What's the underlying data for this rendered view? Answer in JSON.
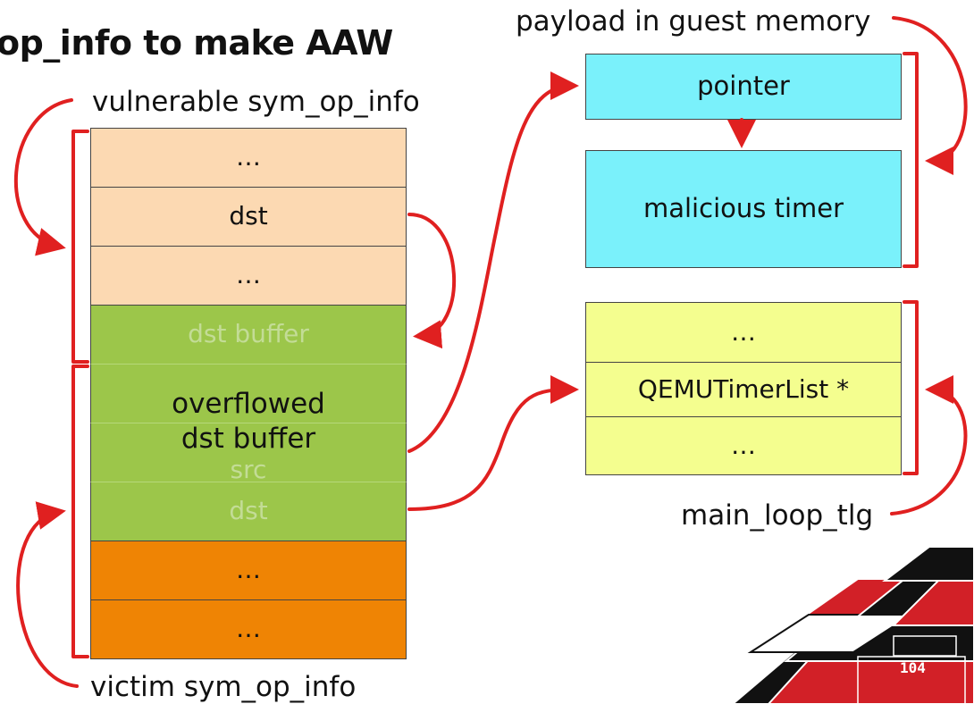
{
  "title": "op_info to make AAW",
  "labels": {
    "vulnerable": "vulnerable sym_op_info",
    "victim": "victim sym_op_info",
    "payload": "payload in guest memory",
    "main_loop": "main_loop_tlg"
  },
  "left_stack": [
    {
      "text": "…",
      "role": "field"
    },
    {
      "text": "dst",
      "role": "field"
    },
    {
      "text": "…",
      "role": "field"
    },
    {
      "text": "dst buffer",
      "role": "buffer"
    },
    {
      "text": "",
      "role": "buffer"
    },
    {
      "text": "src",
      "role": "buffer"
    },
    {
      "text": "dst",
      "role": "buffer"
    },
    {
      "text": "…",
      "role": "victim-field"
    },
    {
      "text": "…",
      "role": "victim-field"
    }
  ],
  "overflow_label": {
    "line1": "overflowed",
    "line2": "dst buffer"
  },
  "payload_boxes": [
    {
      "text": "pointer"
    },
    {
      "text": "malicious timer"
    }
  ],
  "tlg_stack": [
    {
      "text": "…"
    },
    {
      "text": "QEMUTimerList *"
    },
    {
      "text": "…"
    }
  ],
  "slide_number": "104",
  "colors": {
    "arrow": "#e02020",
    "peach": "#fcd9b2",
    "green": "#9cc64a",
    "orange": "#ef8404",
    "cyan": "#7af1fb",
    "yellow": "#f4fe8f",
    "accent_red": "#d22027"
  }
}
